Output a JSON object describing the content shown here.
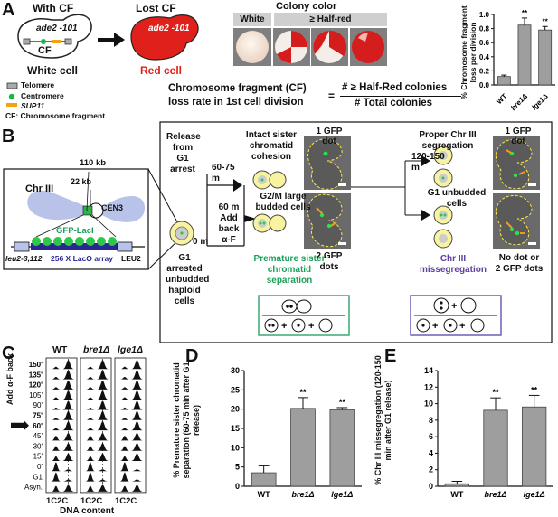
{
  "panel_labels": {
    "A": "A",
    "B": "B",
    "C": "C",
    "D": "D",
    "E": "E"
  },
  "panelA": {
    "with_cf": "With CF",
    "lost_cf": "Lost CF",
    "ade2_label": "ade2 -101",
    "cf_label": "CF",
    "white_cell": "White cell",
    "red_cell": "Red cell",
    "legend": [
      "Telomere",
      "Centromere",
      "SUP11",
      "CF: Chromosome fragment"
    ],
    "colony_color": "Colony color",
    "white": "White",
    "half_red": "≥ Half-red",
    "formula_left_1": "Chromosome fragment (CF)",
    "formula_left_2": "loss rate in 1st cell division",
    "equals": "=",
    "numerator": "# ≥ Half-Red colonies",
    "denominator": "# Total colonies"
  },
  "panelB": {
    "chr3": "Chr III",
    "kb110": "110 kb",
    "kb22": "22 kb",
    "cen3": "CEN3",
    "gfp_laci": "GFP-LacI",
    "leu2_3": "leu2-3,112",
    "laco": "256 X LacO array",
    "leu2": "LEU2",
    "release": [
      "Release",
      "from",
      "G1",
      "arrest"
    ],
    "zero_m": "0 m",
    "g1_arrested": [
      "G1",
      "arrested",
      "unbudded",
      "haploid",
      "cells"
    ],
    "m6075": [
      "60-75",
      "m"
    ],
    "m60": [
      "60 m",
      "Add",
      "back",
      "α-F"
    ],
    "intact": [
      "Intact sister",
      "chromatid",
      "cohesion"
    ],
    "g2m": [
      "G2/M large",
      "budded cells"
    ],
    "premature": [
      "Premature sister",
      "chromatid",
      "separation"
    ],
    "gfp1": [
      "1 GFP",
      "dot"
    ],
    "gfp2": [
      "2 GFP",
      "dots"
    ],
    "proper": [
      "Proper Chr III",
      "segregation"
    ],
    "m120150": [
      "120-150",
      "m"
    ],
    "g1_unbudded": [
      "G1 unbudded",
      "cells"
    ],
    "chr3_mis": [
      "Chr III",
      "missegregation"
    ],
    "gfp1b": [
      "1 GFP",
      "dot"
    ],
    "nodot": [
      "No dot or",
      "2 GFP dots"
    ]
  },
  "panelC": {
    "columns": [
      "WT",
      "bre1Δ",
      "lge1Δ"
    ],
    "add_af": "Add α-F back",
    "rows": [
      "150'",
      "135'",
      "120'",
      "105'",
      "90'",
      "75'",
      "60'",
      "45'",
      "30'",
      "15'",
      "0'",
      "G1",
      "Asyn."
    ],
    "xticks": "1C2C",
    "xlabel": "DNA content"
  },
  "chart_data": [
    {
      "type": "bar",
      "categories": [
        "WT",
        "bre1Δ",
        "lge1Δ"
      ],
      "values": [
        0.12,
        0.85,
        0.78
      ],
      "errors": [
        0.02,
        0.1,
        0.05
      ],
      "significance": [
        "",
        "**",
        "**"
      ],
      "ylabel": "% Chromosome fragment loss per division",
      "ylim": [
        0,
        1.0
      ],
      "yticks": [
        "0.0",
        "0.2",
        "0.4",
        "0.6",
        "0.8",
        "1.0"
      ]
    },
    {
      "type": "bar",
      "categories": [
        "WT",
        "bre1Δ",
        "lge1Δ"
      ],
      "values": [
        3.5,
        20.2,
        19.8
      ],
      "errors": [
        1.8,
        2.8,
        0.6
      ],
      "significance": [
        "",
        "**",
        "**"
      ],
      "ylabel": "% Premature sister chromatid separation (60-75 min after G1 release)",
      "ylim": [
        0,
        30
      ],
      "yticks": [
        "0",
        "5",
        "10",
        "15",
        "20",
        "25",
        "30"
      ]
    },
    {
      "type": "bar",
      "categories": [
        "WT",
        "bre1Δ",
        "lge1Δ"
      ],
      "values": [
        0.3,
        9.2,
        9.6
      ],
      "errors": [
        0.3,
        1.5,
        1.4
      ],
      "significance": [
        "",
        "**",
        "**"
      ],
      "ylabel": "% Chr III missegregation (120-150 min after G1 release)",
      "ylim": [
        0,
        14
      ],
      "yticks": [
        "0",
        "2",
        "4",
        "6",
        "8",
        "10",
        "12",
        "14"
      ]
    }
  ],
  "colors": {
    "bar": "#9e9e9e",
    "red": "#e0201b",
    "green_text": "#1aa05a",
    "purple_text": "#5b3fa0",
    "green_box": "#2ea36b",
    "purple_box": "#6a4fb0",
    "gfp": "#22cc44"
  }
}
